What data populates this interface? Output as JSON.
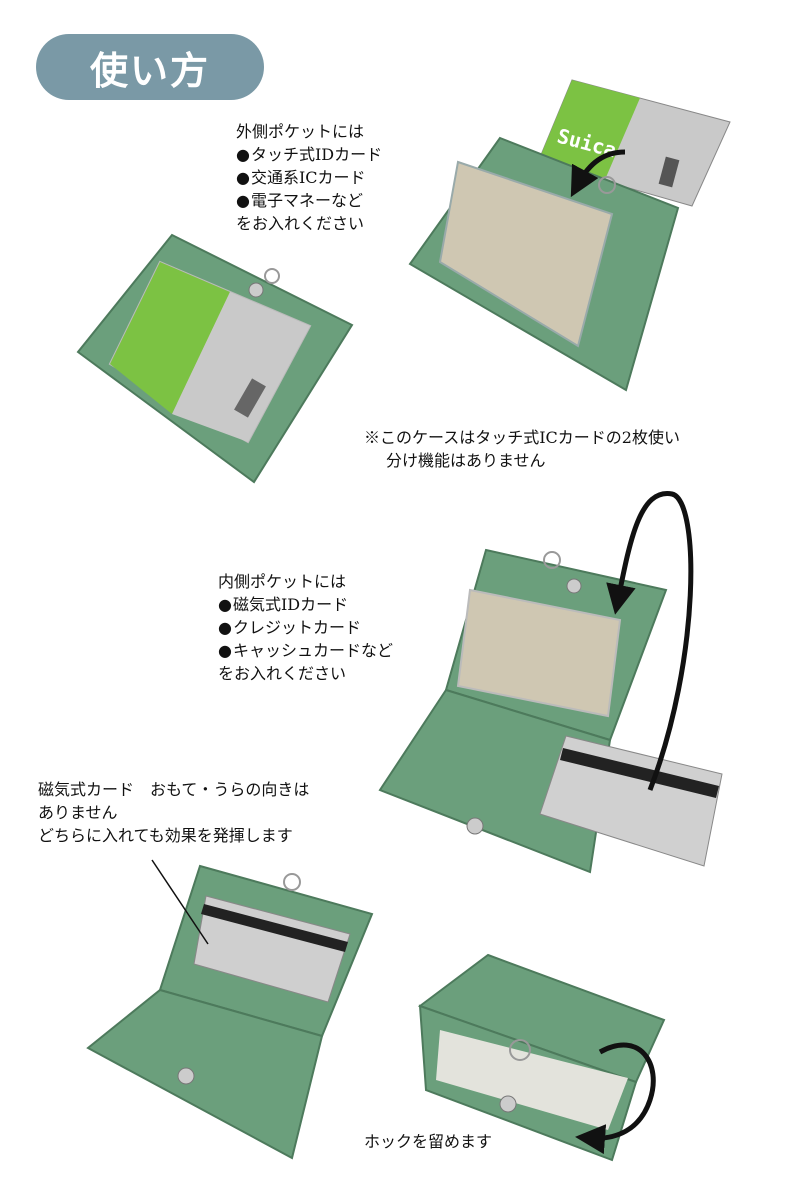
{
  "header": {
    "title": "使い方"
  },
  "outer_pocket": {
    "heading": "外側ポケットには",
    "items": [
      "タッチ式IDカード",
      "交通系ICカード",
      "電子マネーなど"
    ],
    "footer": "をお入れください"
  },
  "note": {
    "line1": "※このケースはタッチ式ICカードの2枚使い",
    "line2": "分け機能はありません"
  },
  "inner_pocket": {
    "heading": "内側ポケットには",
    "items": [
      "磁気式IDカード",
      "クレジットカード",
      "キャッシュカードなど"
    ],
    "footer": "をお入れください"
  },
  "magnetic_note": {
    "line1": "磁気式カード　おもて・うらの向きは",
    "line2": "ありません",
    "line3": "どちらに入れても効果を発揮します"
  },
  "hook_caption": "ホックを留めます",
  "card_brand": "Suica",
  "colors": {
    "case_green": "#6b9f7c",
    "title_pill": "#7a99a6",
    "window_beige": "#cfc7b2"
  }
}
